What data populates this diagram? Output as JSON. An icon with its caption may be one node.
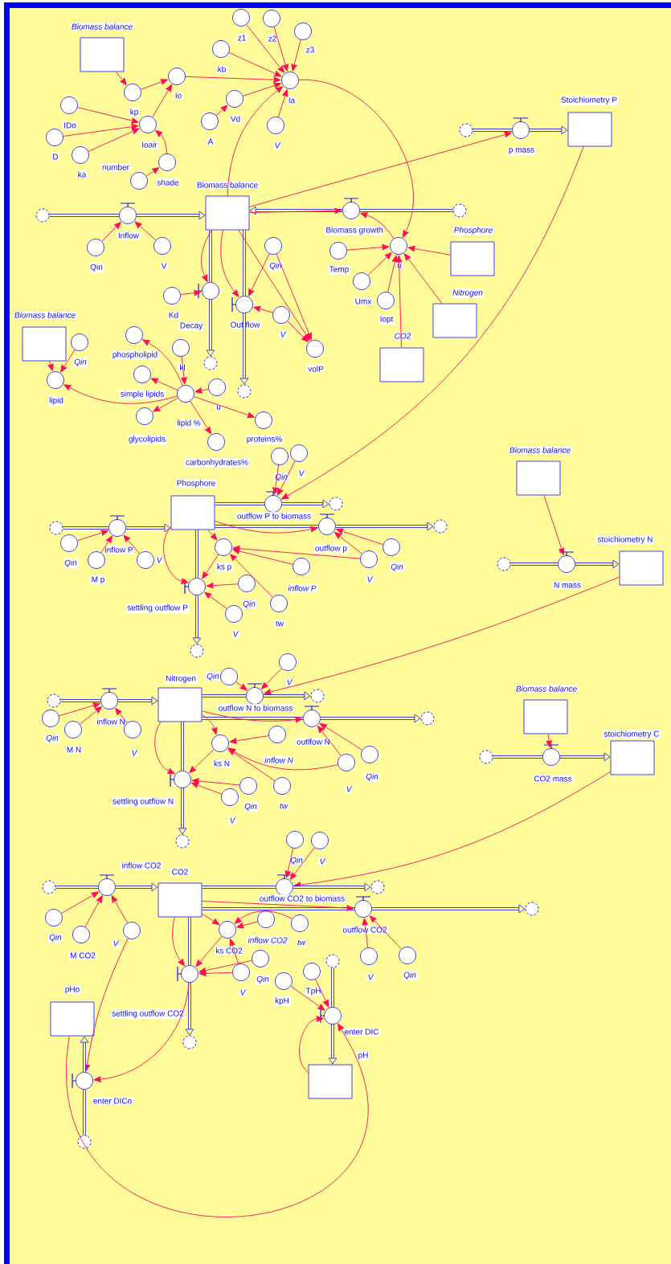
{
  "diagram": {
    "nodes": [
      {
        "text": [
          "Biomass balance"
        ]
      },
      {
        "text": [
          "kp"
        ]
      },
      {
        "text": [
          "Io"
        ]
      },
      {
        "text": [
          "IDo"
        ]
      },
      {
        "text": [
          "D"
        ]
      },
      {
        "text": [
          "ka"
        ]
      },
      {
        "text": [
          "Ioair"
        ]
      },
      {
        "text": [
          "number"
        ]
      },
      {
        "text": [
          "shade"
        ]
      },
      {
        "text": [
          "z1"
        ]
      },
      {
        "text": [
          "z2"
        ]
      },
      {
        "text": [
          "z3"
        ]
      },
      {
        "text": [
          "kb"
        ]
      },
      {
        "text": [
          "Vd"
        ]
      },
      {
        "text": [
          "A"
        ]
      },
      {
        "text": [
          "Ia"
        ]
      },
      {
        "text": [
          "V"
        ]
      },
      {
        "text": [
          "Biomass balance"
        ]
      },
      {
        "text": [],
        "shape": "cloud"
      },
      {
        "text": [
          "Inflow"
        ]
      },
      {
        "text": [
          "Qin"
        ]
      },
      {
        "text": [
          "V"
        ]
      },
      {
        "text": [
          "Biomass growth"
        ]
      },
      {
        "text": [],
        "shape": "cloud"
      },
      {
        "text": [
          "Temp"
        ]
      },
      {
        "text": [
          "Umx"
        ]
      },
      {
        "text": [
          "Iopt"
        ]
      },
      {
        "text": [
          "u"
        ]
      },
      {
        "text": [
          "Phosphore"
        ]
      },
      {
        "text": [
          "Nitrogen"
        ]
      },
      {
        "text": [
          "CO2"
        ]
      },
      {
        "text": [
          "Kd"
        ]
      },
      {
        "text": [
          "Decay"
        ]
      },
      {
        "text": [],
        "shape": "cloud"
      },
      {
        "text": [
          "Out flow"
        ]
      },
      {
        "text": [],
        "shape": "cloud"
      },
      {
        "text": [
          "Qin"
        ]
      },
      {
        "text": [
          "V"
        ]
      },
      {
        "text": [
          "volP"
        ]
      },
      {
        "text": [
          "Stoichiometry P"
        ]
      },
      {
        "text": [],
        "shape": "cloud"
      },
      {
        "text": [
          "p mass"
        ]
      },
      {
        "text": [
          "Biomass balance"
        ]
      },
      {
        "text": [
          "Qin"
        ]
      },
      {
        "text": [
          "lipid"
        ]
      },
      {
        "text": [
          "phospholipid"
        ]
      },
      {
        "text": [
          "kl"
        ]
      },
      {
        "text": [
          "simple lipids"
        ]
      },
      {
        "text": [
          "lipid %"
        ]
      },
      {
        "text": [
          "u"
        ]
      },
      {
        "text": [
          "glycolipids"
        ]
      },
      {
        "text": [
          "carbonhydrates%"
        ]
      },
      {
        "text": [
          "proteins%"
        ]
      },
      {
        "text": [
          "Phosphore"
        ]
      },
      {
        "text": [],
        "shape": "cloud"
      },
      {
        "text": [
          "inflow P"
        ]
      },
      {
        "text": [
          "Qin"
        ]
      },
      {
        "text": [
          "M p"
        ]
      },
      {
        "text": [
          "V"
        ]
      },
      {
        "text": [
          "outflow P to biomass"
        ]
      },
      {
        "text": [],
        "shape": "cloud"
      },
      {
        "text": [
          "Qin"
        ]
      },
      {
        "text": [
          "V"
        ]
      },
      {
        "text": [
          "outflow p"
        ]
      },
      {
        "text": [],
        "shape": "cloud"
      },
      {
        "text": [
          "V"
        ]
      },
      {
        "text": [
          "Qin"
        ]
      },
      {
        "text": [
          "ks p"
        ]
      },
      {
        "text": [
          "inflow P"
        ]
      },
      {
        "text": [
          "tw"
        ]
      },
      {
        "text": [
          "Qin"
        ]
      },
      {
        "text": [
          "settling outflow P"
        ]
      },
      {
        "text": [
          "V"
        ]
      },
      {
        "text": [],
        "shape": "cloud"
      },
      {
        "text": [
          "Biomass balance"
        ]
      },
      {
        "text": [],
        "shape": "cloud"
      },
      {
        "text": [
          "N mass"
        ]
      },
      {
        "text": [
          "stoichiometry N"
        ]
      },
      {
        "text": [
          "Nitrogen"
        ]
      },
      {
        "text": [],
        "shape": "cloud"
      },
      {
        "text": [
          "inflow N"
        ]
      },
      {
        "text": [
          "Qin"
        ]
      },
      {
        "text": [
          "M N"
        ]
      },
      {
        "text": [
          "V"
        ]
      },
      {
        "text": [
          "outflow N to biomass"
        ]
      },
      {
        "text": [],
        "shape": "cloud"
      },
      {
        "text": [
          "Qin"
        ]
      },
      {
        "text": [
          "V"
        ]
      },
      {
        "text": [
          "outlfow N"
        ]
      },
      {
        "text": [],
        "shape": "cloud"
      },
      {
        "text": [
          "V"
        ]
      },
      {
        "text": [
          "Qin"
        ]
      },
      {
        "text": [
          "ks N"
        ]
      },
      {
        "text": [
          "inflow N"
        ]
      },
      {
        "text": [
          "tw"
        ]
      },
      {
        "text": [
          "Qin"
        ]
      },
      {
        "text": [
          "settling outflow N"
        ]
      },
      {
        "text": [
          "V"
        ]
      },
      {
        "text": [],
        "shape": "cloud"
      },
      {
        "text": [
          "Biomass balance"
        ]
      },
      {
        "text": [],
        "shape": "cloud"
      },
      {
        "text": [
          "CO2 mass"
        ]
      },
      {
        "text": [
          "stoichiometry C"
        ]
      },
      {
        "text": [
          "inflow CO2"
        ]
      },
      {
        "text": [],
        "shape": "cloud"
      },
      {
        "text": [
          "CO2"
        ]
      },
      {
        "text": [
          "Qin"
        ]
      },
      {
        "text": [
          "M CO2"
        ]
      },
      {
        "text": [
          "V"
        ]
      },
      {
        "text": [
          "outflow CO2 to biomass"
        ]
      },
      {
        "text": [],
        "shape": "cloud"
      },
      {
        "text": [
          "Qin"
        ]
      },
      {
        "text": [
          "V"
        ]
      },
      {
        "text": [
          "outflow CO2"
        ]
      },
      {
        "text": [],
        "shape": "cloud"
      },
      {
        "text": [
          "V"
        ]
      },
      {
        "text": [
          "Qin"
        ]
      },
      {
        "text": [
          "ks CO2"
        ]
      },
      {
        "text": [
          "inflow CO2"
        ]
      },
      {
        "text": [
          "tw"
        ]
      },
      {
        "text": [
          "Qin"
        ]
      },
      {
        "text": [
          "V"
        ]
      },
      {
        "text": [
          "settling outflow CO2"
        ]
      },
      {
        "text": [],
        "shape": "cloud"
      },
      {
        "text": [
          "pHo"
        ]
      },
      {
        "text": [
          "enter DICo"
        ]
      },
      {
        "text": [],
        "shape": "cloud"
      },
      {
        "text": [
          "kpH"
        ]
      },
      {
        "text": [
          "TpH"
        ]
      },
      {
        "text": [
          "enter DIC"
        ]
      },
      {
        "text": [],
        "shape": "cloud"
      },
      {
        "text": [
          "pH"
        ]
      }
    ],
    "edges": [
      {
        "from": 0,
        "to": 1,
        "arrow": "to"
      },
      {
        "from": 1,
        "to": 2,
        "arrow": "to"
      },
      {
        "from": 6,
        "to": 2,
        "arrow": "to"
      },
      {
        "from": 3,
        "to": 6,
        "arrow": "to"
      },
      {
        "from": 4,
        "to": 6,
        "arrow": "to"
      },
      {
        "from": 5,
        "to": 6,
        "arrow": "to"
      },
      {
        "from": 8,
        "to": 6,
        "arrow": "to"
      },
      {
        "from": 7,
        "to": 8,
        "arrow": "to"
      },
      {
        "from": 2,
        "to": 15,
        "arrow": "to"
      },
      {
        "from": 9,
        "to": 15,
        "arrow": "to"
      },
      {
        "from": 10,
        "to": 15,
        "arrow": "to"
      },
      {
        "from": 11,
        "to": 15,
        "arrow": "to"
      },
      {
        "from": 12,
        "to": 15,
        "arrow": "to"
      },
      {
        "from": 14,
        "to": 13,
        "arrow": "to"
      },
      {
        "from": 13,
        "to": 15,
        "arrow": "to"
      },
      {
        "from": 16,
        "to": 15,
        "arrow": "to"
      },
      {
        "from": 17,
        "to": 15,
        "arrow": "to"
      },
      {
        "from": 15,
        "to": 27,
        "arrow": "to"
      },
      {
        "from": 18,
        "to": 19,
        "arrow": "none",
        "style": "thick",
        "color": "#0000ff"
      },
      {
        "from": 19,
        "to": 17,
        "arrow": "to",
        "style": "thick",
        "color": "#0000ff"
      },
      {
        "from": 20,
        "to": 19,
        "arrow": "to"
      },
      {
        "from": 21,
        "to": 19,
        "arrow": "to"
      },
      {
        "from": 23,
        "to": 22,
        "arrow": "none",
        "style": "thick",
        "color": "#0000ff"
      },
      {
        "from": 22,
        "to": 17,
        "arrow": "to",
        "style": "thick",
        "color": "#0000ff"
      },
      {
        "from": 17,
        "to": 22,
        "arrow": "to"
      },
      {
        "from": 17,
        "to": 41,
        "arrow": "to"
      },
      {
        "from": 27,
        "to": 22,
        "arrow": "to"
      },
      {
        "from": 24,
        "to": 27,
        "arrow": "to"
      },
      {
        "from": 25,
        "to": 27,
        "arrow": "to"
      },
      {
        "from": 26,
        "to": 27,
        "arrow": "to"
      },
      {
        "from": 28,
        "to": 27,
        "arrow": "to"
      },
      {
        "from": 29,
        "to": 27,
        "arrow": "to"
      },
      {
        "from": 30,
        "to": 27,
        "arrow": "to"
      },
      {
        "from": 17,
        "to": 32,
        "arrow": "none",
        "style": "thick",
        "color": "#0000ff"
      },
      {
        "from": 32,
        "to": 33,
        "arrow": "to",
        "style": "thick",
        "color": "#0000ff"
      },
      {
        "from": 17,
        "to": 34,
        "arrow": "none",
        "style": "thick",
        "color": "#0000ff"
      },
      {
        "from": 34,
        "to": 35,
        "arrow": "to",
        "style": "thick",
        "color": "#0000ff"
      },
      {
        "from": 17,
        "to": 32,
        "arrow": "to"
      },
      {
        "from": 31,
        "to": 32,
        "arrow": "to"
      },
      {
        "from": 17,
        "to": 34,
        "arrow": "to"
      },
      {
        "from": 36,
        "to": 34,
        "arrow": "to"
      },
      {
        "from": 37,
        "to": 34,
        "arrow": "to"
      },
      {
        "from": 17,
        "to": 38,
        "arrow": "to"
      },
      {
        "from": 36,
        "to": 38,
        "arrow": "to"
      },
      {
        "from": 37,
        "to": 38,
        "arrow": "to"
      },
      {
        "from": 40,
        "to": 41,
        "arrow": "none",
        "style": "thick",
        "color": "#0000ff"
      },
      {
        "from": 41,
        "to": 39,
        "arrow": "to",
        "style": "thick",
        "color": "#0000ff"
      },
      {
        "from": 39,
        "to": 59,
        "arrow": "to"
      },
      {
        "from": 42,
        "to": 44,
        "arrow": "to"
      },
      {
        "from": 43,
        "to": 44,
        "arrow": "to"
      },
      {
        "from": 48,
        "to": 44,
        "arrow": "to"
      },
      {
        "from": 48,
        "to": 45,
        "arrow": "to"
      },
      {
        "from": 46,
        "to": 48,
        "arrow": "to"
      },
      {
        "from": 48,
        "to": 47,
        "arrow": "to"
      },
      {
        "from": 49,
        "to": 48,
        "arrow": "to"
      },
      {
        "from": 48,
        "to": 50,
        "arrow": "to"
      },
      {
        "from": 48,
        "to": 51,
        "arrow": "to"
      },
      {
        "from": 48,
        "to": 52,
        "arrow": "to"
      },
      {
        "from": 54,
        "to": 55,
        "arrow": "none",
        "style": "thick",
        "color": "#0000ff"
      },
      {
        "from": 55,
        "to": 53,
        "arrow": "to",
        "style": "thick",
        "color": "#0000ff"
      },
      {
        "from": 56,
        "to": 55,
        "arrow": "to"
      },
      {
        "from": 57,
        "to": 55,
        "arrow": "to"
      },
      {
        "from": 58,
        "to": 55,
        "arrow": "to"
      },
      {
        "from": 53,
        "to": 59,
        "arrow": "none",
        "style": "thick",
        "color": "#0000ff"
      },
      {
        "from": 59,
        "to": 60,
        "arrow": "to",
        "style": "thick",
        "color": "#0000ff"
      },
      {
        "from": 61,
        "to": 59,
        "arrow": "to"
      },
      {
        "from": 62,
        "to": 59,
        "arrow": "to"
      },
      {
        "from": 53,
        "to": 63,
        "arrow": "none",
        "style": "thick",
        "color": "#0000ff"
      },
      {
        "from": 63,
        "to": 64,
        "arrow": "to",
        "style": "thick",
        "color": "#0000ff"
      },
      {
        "from": 53,
        "to": 63,
        "arrow": "to"
      },
      {
        "from": 65,
        "to": 63,
        "arrow": "to"
      },
      {
        "from": 66,
        "to": 63,
        "arrow": "to"
      },
      {
        "from": 53,
        "to": 67,
        "arrow": "to"
      },
      {
        "from": 65,
        "to": 67,
        "arrow": "to"
      },
      {
        "from": 68,
        "to": 67,
        "arrow": "to"
      },
      {
        "from": 69,
        "to": 67,
        "arrow": "to"
      },
      {
        "from": 67,
        "to": 71,
        "arrow": "to"
      },
      {
        "from": 53,
        "to": 71,
        "arrow": "to"
      },
      {
        "from": 70,
        "to": 71,
        "arrow": "to"
      },
      {
        "from": 72,
        "to": 71,
        "arrow": "to"
      },
      {
        "from": 53,
        "to": 71,
        "arrow": "none",
        "style": "thick",
        "color": "#0000ff"
      },
      {
        "from": 71,
        "to": 73,
        "arrow": "to",
        "style": "thick",
        "color": "#0000ff"
      },
      {
        "from": 74,
        "to": 76,
        "arrow": "to"
      },
      {
        "from": 75,
        "to": 76,
        "arrow": "none",
        "style": "thick",
        "color": "#0000ff"
      },
      {
        "from": 76,
        "to": 77,
        "arrow": "to",
        "style": "thick",
        "color": "#0000ff"
      },
      {
        "from": 77,
        "to": 84,
        "arrow": "to"
      },
      {
        "from": 79,
        "to": 80,
        "arrow": "none",
        "style": "thick",
        "color": "#0000ff"
      },
      {
        "from": 80,
        "to": 78,
        "arrow": "to",
        "style": "thick",
        "color": "#0000ff"
      },
      {
        "from": 81,
        "to": 80,
        "arrow": "to"
      },
      {
        "from": 82,
        "to": 80,
        "arrow": "to"
      },
      {
        "from": 83,
        "to": 80,
        "arrow": "to"
      },
      {
        "from": 78,
        "to": 84,
        "arrow": "none",
        "style": "thick",
        "color": "#0000ff"
      },
      {
        "from": 84,
        "to": 85,
        "arrow": "to",
        "style": "thick",
        "color": "#0000ff"
      },
      {
        "from": 86,
        "to": 84,
        "arrow": "to"
      },
      {
        "from": 87,
        "to": 84,
        "arrow": "to"
      },
      {
        "from": 78,
        "to": 88,
        "arrow": "none",
        "style": "thick",
        "color": "#0000ff"
      },
      {
        "from": 88,
        "to": 89,
        "arrow": "to",
        "style": "thick",
        "color": "#0000ff"
      },
      {
        "from": 78,
        "to": 88,
        "arrow": "to"
      },
      {
        "from": 90,
        "to": 88,
        "arrow": "to"
      },
      {
        "from": 91,
        "to": 88,
        "arrow": "to"
      },
      {
        "from": 78,
        "to": 92,
        "arrow": "to"
      },
      {
        "from": 90,
        "to": 92,
        "arrow": "to"
      },
      {
        "from": 93,
        "to": 92,
        "arrow": "to"
      },
      {
        "from": 94,
        "to": 92,
        "arrow": "to"
      },
      {
        "from": 92,
        "to": 96,
        "arrow": "to"
      },
      {
        "from": 78,
        "to": 96,
        "arrow": "to"
      },
      {
        "from": 95,
        "to": 96,
        "arrow": "to"
      },
      {
        "from": 97,
        "to": 96,
        "arrow": "to"
      },
      {
        "from": 78,
        "to": 96,
        "arrow": "none",
        "style": "thick",
        "color": "#0000ff"
      },
      {
        "from": 96,
        "to": 98,
        "arrow": "to",
        "style": "thick",
        "color": "#0000ff"
      },
      {
        "from": 99,
        "to": 101,
        "arrow": "to"
      },
      {
        "from": 100,
        "to": 101,
        "arrow": "none",
        "style": "thick",
        "color": "#0000ff"
      },
      {
        "from": 101,
        "to": 102,
        "arrow": "to",
        "style": "thick",
        "color": "#0000ff"
      },
      {
        "from": 102,
        "to": 109,
        "arrow": "to"
      },
      {
        "from": 104,
        "to": 103,
        "arrow": "none",
        "style": "thick",
        "color": "#0000ff"
      },
      {
        "from": 103,
        "to": 105,
        "arrow": "to",
        "style": "thick",
        "color": "#0000ff"
      },
      {
        "from": 106,
        "to": 103,
        "arrow": "to"
      },
      {
        "from": 107,
        "to": 103,
        "arrow": "to"
      },
      {
        "from": 108,
        "to": 103,
        "arrow": "to"
      },
      {
        "from": 105,
        "to": 109,
        "arrow": "none",
        "style": "thick",
        "color": "#0000ff"
      },
      {
        "from": 109,
        "to": 110,
        "arrow": "to",
        "style": "thick",
        "color": "#0000ff"
      },
      {
        "from": 111,
        "to": 109,
        "arrow": "to"
      },
      {
        "from": 112,
        "to": 109,
        "arrow": "to"
      },
      {
        "from": 105,
        "to": 113,
        "arrow": "none",
        "style": "thick",
        "color": "#0000ff"
      },
      {
        "from": 113,
        "to": 114,
        "arrow": "to",
        "style": "thick",
        "color": "#0000ff"
      },
      {
        "from": 105,
        "to": 113,
        "arrow": "to"
      },
      {
        "from": 115,
        "to": 113,
        "arrow": "to"
      },
      {
        "from": 116,
        "to": 113,
        "arrow": "to"
      },
      {
        "from": 105,
        "to": 117,
        "arrow": "to"
      },
      {
        "from": 118,
        "to": 117,
        "arrow": "to"
      },
      {
        "from": 119,
        "to": 117,
        "arrow": "to"
      },
      {
        "from": 121,
        "to": 117,
        "arrow": "to"
      },
      {
        "from": 117,
        "to": 122,
        "arrow": "to"
      },
      {
        "from": 105,
        "to": 122,
        "arrow": "to"
      },
      {
        "from": 120,
        "to": 122,
        "arrow": "to"
      },
      {
        "from": 121,
        "to": 122,
        "arrow": "to"
      },
      {
        "from": 105,
        "to": 122,
        "arrow": "none",
        "style": "thick",
        "color": "#0000ff"
      },
      {
        "from": 122,
        "to": 123,
        "arrow": "to",
        "style": "thick",
        "color": "#0000ff"
      },
      {
        "from": 122,
        "to": 125,
        "arrow": "to"
      },
      {
        "from": 108,
        "to": 125,
        "arrow": "to"
      },
      {
        "from": 126,
        "to": 125,
        "arrow": "none",
        "style": "thick",
        "color": "#0000ff"
      },
      {
        "from": 125,
        "to": 124,
        "arrow": "to",
        "style": "thick",
        "color": "#0000ff"
      },
      {
        "from": 124,
        "to": 129,
        "arrow": "to"
      },
      {
        "from": 127,
        "to": 129,
        "arrow": "to"
      },
      {
        "from": 128,
        "to": 129,
        "arrow": "to"
      },
      {
        "from": 131,
        "to": 129,
        "arrow": "to"
      },
      {
        "from": 130,
        "to": 129,
        "arrow": "none",
        "style": "thick",
        "color": "#0000ff"
      },
      {
        "from": 129,
        "to": 131,
        "arrow": "to",
        "style": "thick",
        "color": "#0000ff"
      }
    ]
  }
}
